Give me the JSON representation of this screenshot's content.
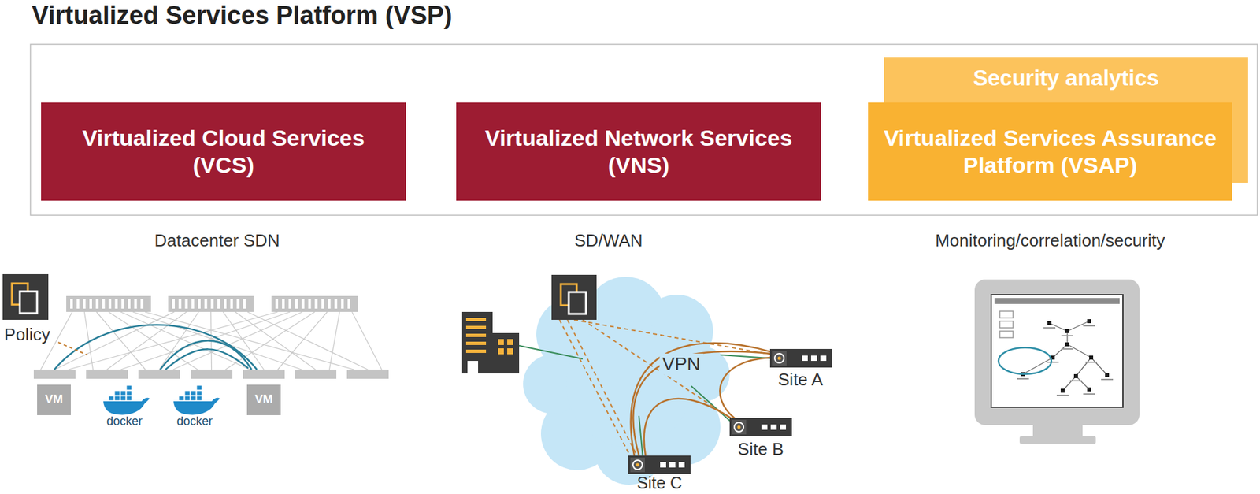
{
  "diagram": {
    "title": "Virtualized Services Platform (VSP)",
    "nodes": [
      {
        "text": [
          "Virtualized Cloud Services (VCS)"
        ]
      },
      {
        "text": [
          "Virtualized Network Services (VNS)"
        ]
      },
      {
        "text": [
          "Security analytics"
        ]
      },
      {
        "text": [
          "Virtualized Services Assurance Platform (VSAP)"
        ]
      },
      {
        "text": [
          "VM"
        ]
      },
      {
        "text": [
          "VM"
        ]
      }
    ],
    "labels": [
      "Datacenter SDN",
      "SD/WAN",
      "Monitoring/correlation/security",
      "Policy",
      "docker",
      "docker",
      "VPN",
      "Site A",
      "Site B",
      "Site C"
    ]
  }
}
